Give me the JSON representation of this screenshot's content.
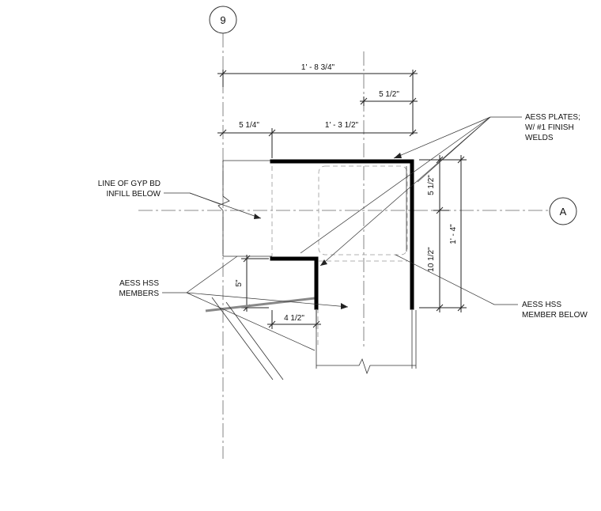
{
  "grid": {
    "vertical_label": "9",
    "horizontal_label": "A"
  },
  "dimensions": {
    "overall_width": "1' - 8 3/4\"",
    "plate_offset": "5 1/2\"",
    "left_offset": "5 1/4\"",
    "plate_width": "1' - 3 1/2\"",
    "vertical_top": "5 1/2\"",
    "vertical_overall": "1' - 4\"",
    "vertical_bottom": "10 1/2\"",
    "small_vertical": "5\"",
    "small_horizontal": "4 1/2\""
  },
  "notes": {
    "aess_plates": [
      "AESS PLATES;",
      "W/ #1 FINISH",
      "WELDS"
    ],
    "gyp_bd": [
      "LINE OF GYP BD",
      "INFILL BELOW"
    ],
    "hss_members": [
      "AESS HSS",
      "MEMBERS"
    ],
    "hss_member_below": [
      "AESS HSS",
      "MEMBER BELOW"
    ]
  }
}
